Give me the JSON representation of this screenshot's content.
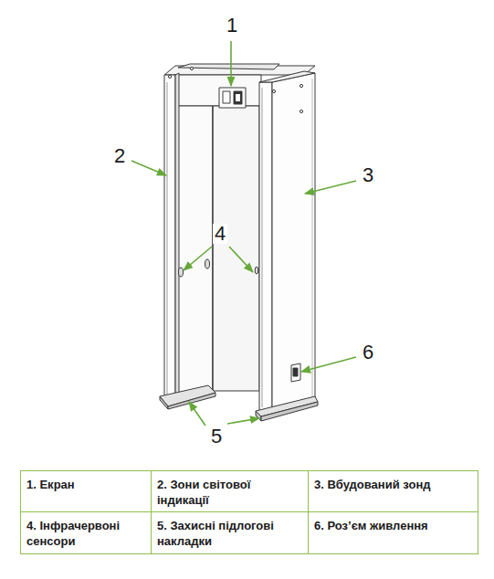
{
  "diagram": {
    "labels": [
      "1",
      "2",
      "3",
      "4",
      "5",
      "6",
      "1. Екран",
      "2. Зони світової індикації",
      "3. Вбудований зонд",
      "4. Інфрачервоні сенсори",
      "5. Захисні підлогові накладки",
      "6. Роз’єм живлення"
    ]
  }
}
